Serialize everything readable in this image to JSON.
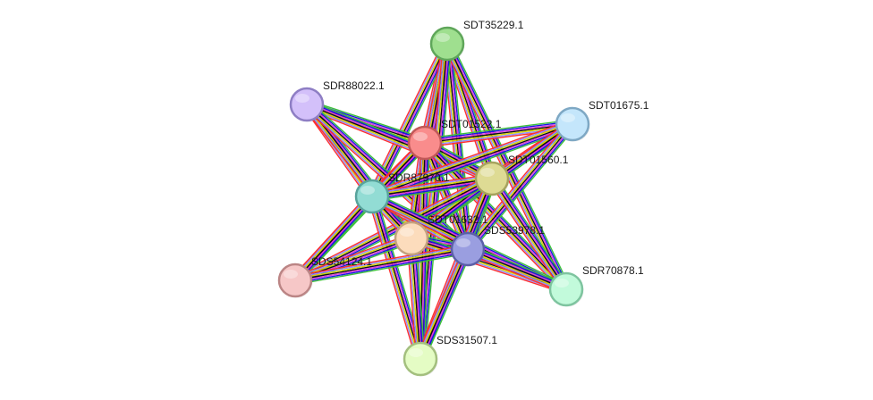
{
  "network": {
    "nodes": [
      {
        "id": "SDT35229.1",
        "label": "SDT35229.1",
        "fill": "#9fdf8f",
        "stroke": "#5fa65a"
      },
      {
        "id": "SDR88022.1",
        "label": "SDR88022.1",
        "fill": "#d3c0fa",
        "stroke": "#8e7ec4"
      },
      {
        "id": "SDT01522.1",
        "label": "SDT01522.1",
        "fill": "#f98c8c",
        "stroke": "#c05858"
      },
      {
        "id": "SDT01675.1",
        "label": "SDT01675.1",
        "fill": "#c4e6fb",
        "stroke": "#7ea8c4"
      },
      {
        "id": "SDT01560.1",
        "label": "SDT01560.1",
        "fill": "#dedb94",
        "stroke": "#a6a35e"
      },
      {
        "id": "SDR87970.1",
        "label": "SDR87970.1",
        "fill": "#92dcd4",
        "stroke": "#58a39c"
      },
      {
        "id": "SDT01632.1",
        "label": "SDT01632.1",
        "fill": "#fcdcbc",
        "stroke": "#c4a27e"
      },
      {
        "id": "SDS53978.1",
        "label": "SDS53978.1",
        "fill": "#9a9ee0",
        "stroke": "#5c60a8"
      },
      {
        "id": "SDS54124.1",
        "label": "SDS54124.1",
        "fill": "#f6c7c7",
        "stroke": "#bb8585"
      },
      {
        "id": "SDR70878.1",
        "label": "SDR70878.1",
        "fill": "#c2fadb",
        "stroke": "#7ec49f"
      },
      {
        "id": "SDS31507.1",
        "label": "SDS31507.1",
        "fill": "#e4fcc4",
        "stroke": "#a3bf7e"
      }
    ],
    "edge_colors": [
      "#3bbf3b",
      "#1818e0",
      "#e034e0",
      "#101010",
      "#d8d800",
      "#9090ff",
      "#ff3030"
    ],
    "edges": [
      [
        "SDT35229.1",
        "SDT01522.1"
      ],
      [
        "SDT35229.1",
        "SDT01560.1"
      ],
      [
        "SDT35229.1",
        "SDR87970.1"
      ],
      [
        "SDT35229.1",
        "SDT01632.1"
      ],
      [
        "SDT35229.1",
        "SDS53978.1"
      ],
      [
        "SDT35229.1",
        "SDR70878.1"
      ],
      [
        "SDT35229.1",
        "SDS31507.1"
      ],
      [
        "SDR88022.1",
        "SDT01522.1"
      ],
      [
        "SDR88022.1",
        "SDT01560.1"
      ],
      [
        "SDR88022.1",
        "SDR87970.1"
      ],
      [
        "SDR88022.1",
        "SDT01632.1"
      ],
      [
        "SDR88022.1",
        "SDS53978.1"
      ],
      [
        "SDT01522.1",
        "SDT01675.1"
      ],
      [
        "SDT01522.1",
        "SDT01560.1"
      ],
      [
        "SDT01522.1",
        "SDR87970.1"
      ],
      [
        "SDT01522.1",
        "SDT01632.1"
      ],
      [
        "SDT01522.1",
        "SDS53978.1"
      ],
      [
        "SDT01522.1",
        "SDR70878.1"
      ],
      [
        "SDT01522.1",
        "SDS31507.1"
      ],
      [
        "SDT01522.1",
        "SDS54124.1"
      ],
      [
        "SDT01675.1",
        "SDT01560.1"
      ],
      [
        "SDT01675.1",
        "SDR87970.1"
      ],
      [
        "SDT01675.1",
        "SDT01632.1"
      ],
      [
        "SDT01675.1",
        "SDS53978.1"
      ],
      [
        "SDT01560.1",
        "SDR87970.1"
      ],
      [
        "SDT01560.1",
        "SDT01632.1"
      ],
      [
        "SDT01560.1",
        "SDS53978.1"
      ],
      [
        "SDT01560.1",
        "SDS54124.1"
      ],
      [
        "SDT01560.1",
        "SDR70878.1"
      ],
      [
        "SDT01560.1",
        "SDS31507.1"
      ],
      [
        "SDR87970.1",
        "SDT01632.1"
      ],
      [
        "SDR87970.1",
        "SDS53978.1"
      ],
      [
        "SDR87970.1",
        "SDS54124.1"
      ],
      [
        "SDR87970.1",
        "SDR70878.1"
      ],
      [
        "SDR87970.1",
        "SDS31507.1"
      ],
      [
        "SDT01632.1",
        "SDS53978.1"
      ],
      [
        "SDT01632.1",
        "SDS54124.1"
      ],
      [
        "SDT01632.1",
        "SDR70878.1"
      ],
      [
        "SDT01632.1",
        "SDS31507.1"
      ],
      [
        "SDS53978.1",
        "SDS54124.1"
      ],
      [
        "SDS53978.1",
        "SDR70878.1"
      ],
      [
        "SDS53978.1",
        "SDS31507.1"
      ]
    ]
  }
}
